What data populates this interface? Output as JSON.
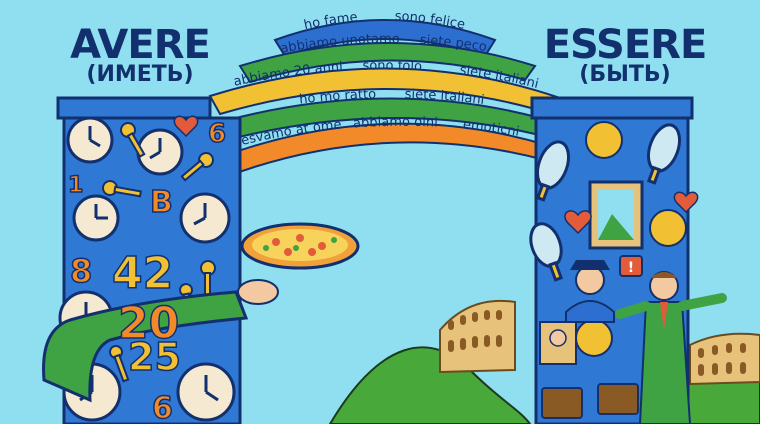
{
  "left_panel": {
    "title": "AVERE",
    "subtitle": "(ИМЕТЬ)"
  },
  "right_panel": {
    "title": "ESSERE",
    "subtitle": "(БЫТЬ)"
  },
  "arch": {
    "rows": [
      [
        {
          "text": "ho fame",
          "color": "#2d6fd1"
        },
        {
          "text": "sono felice",
          "color": "#2d6fd1"
        }
      ],
      [
        {
          "text": "abbiamo unotamo",
          "color": "#3fa344"
        },
        {
          "text": "siete peco",
          "color": "#2d6fd1"
        }
      ],
      [
        {
          "text": "abbiamo 20 anni",
          "color": "#f2c033"
        },
        {
          "text": "sono folo",
          "color": "#f2c033"
        },
        {
          "text": "siete italiani",
          "color": "#f2c033"
        }
      ],
      [
        {
          "text": "ho mo ratto",
          "color": "#3fa344"
        },
        {
          "text": "siete italiani",
          "color": "#f2c033"
        }
      ],
      [
        {
          "text": "esvamo at ome",
          "color": "#f28a2a"
        },
        {
          "text": "abbiamo olni",
          "color": "#2d6fd1"
        },
        {
          "text": "emoticni",
          "color": "#3fa344"
        }
      ]
    ]
  },
  "numbers": [
    "6",
    "1",
    "B",
    "8",
    "42",
    "20",
    "25",
    "6"
  ],
  "colors": {
    "sky": "#8fdff0",
    "panel": "#2f78d4",
    "navy": "#13306e",
    "orange": "#f28a2a",
    "gold": "#f2c033",
    "green": "#3fa344",
    "grass": "#48a83a"
  }
}
